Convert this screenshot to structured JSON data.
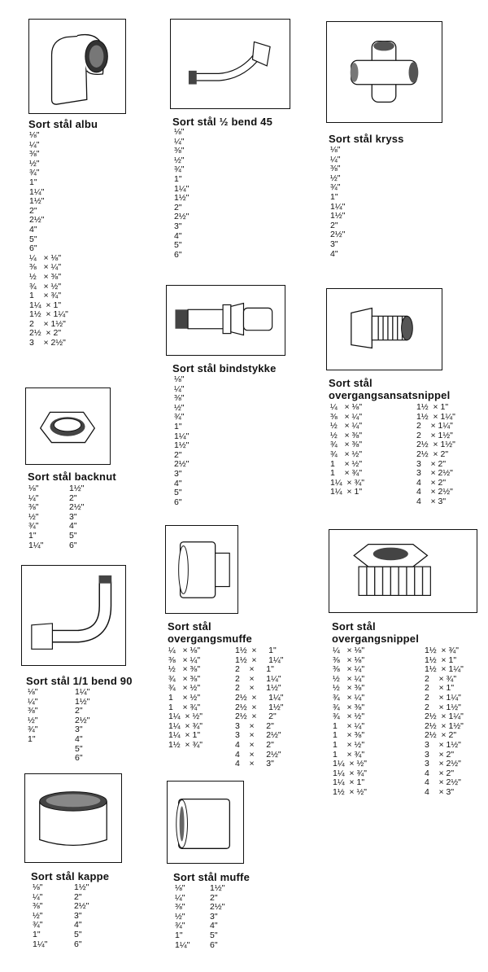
{
  "albu": {
    "title": "Sort stål albu",
    "sizes": [
      "⅛\"",
      "¼\"",
      "⅜\"",
      "½\"",
      "¾\"",
      "1\"",
      "1¼\"",
      "1½\"",
      "2\"",
      "2½\"",
      "4\"",
      "5\"",
      "6\"",
      "¼   × ⅛\"",
      "⅜   × ¼\"",
      "½   × ⅜\"",
      "¾   × ½\"",
      "1    × ¾\"",
      "1¼  × 1\"",
      "1½  × 1¼\"",
      "2    × 1½\"",
      "2½  × 2\"",
      "3    × 2½\""
    ]
  },
  "bend45": {
    "title": "Sort stål ½ bend 45",
    "sizes": [
      "⅛\"",
      "¼\"",
      "⅜\"",
      "½\"",
      "¾\"",
      "1\"",
      "1¼\"",
      "1½\"",
      "2\"",
      "2½\"",
      "3\"",
      "4\"",
      "5\"",
      "6\""
    ]
  },
  "kryss": {
    "title": "Sort stål kryss",
    "sizes": [
      "⅛\"",
      "¼\"",
      "⅜\"",
      "½\"",
      "¾\"",
      "1\"",
      "1¼\"",
      "1½\"",
      "2\"",
      "2½\"",
      "3\"",
      "4\""
    ]
  },
  "bindstykke": {
    "title": "Sort stål bindstykke",
    "sizes": [
      "⅛\"",
      "¼\"",
      "⅜\"",
      "½\"",
      "¾\"",
      "1\"",
      "1¼\"",
      "1½\"",
      "2\"",
      "2½\"",
      "3\"",
      "4\"",
      "5\"",
      "6\""
    ]
  },
  "overgangsansatsnippel": {
    "title_line1": "Sort stål",
    "title_line2": "overgangsansatsnippel",
    "col1": [
      "¼   × ⅛\"",
      "⅜   × ¼\"",
      "½   × ¼\"",
      "½   × ⅜\"",
      "¾   × ⅜\"",
      "¾   × ½\"",
      "1    × ½\"",
      "1    × ¾\"",
      "1¼  × ¾\"",
      "1¼  × 1\""
    ],
    "col2": [
      "1½  × 1\"",
      "1½  × 1¼\"",
      "2    × 1¼\"",
      "2    × 1½\"",
      "2½  × 1½\"",
      "2½  × 2\"",
      "3    × 2\"",
      "3    × 2½\"",
      "4    × 2\"",
      "4    × 2½\"",
      "4    × 3\""
    ]
  },
  "backnut": {
    "title": "Sort stål backnut",
    "col1": [
      "⅛\"",
      "¼\"",
      "⅜\"",
      "½\"",
      "¾\"",
      "1\"",
      "1¼\""
    ],
    "col2": [
      "1½\"",
      "2\"",
      "2½\"",
      "3\"",
      "4\"",
      "5\"",
      "6\""
    ]
  },
  "bend90": {
    "title": "Sort stål 1/1 bend 90",
    "col1": [
      "⅛\"",
      "¼\"",
      "⅜\"",
      "½\"",
      "¾\"",
      "1\""
    ],
    "col2": [
      "1¼\"",
      "1½\"",
      "2\"",
      "2½\"",
      "3\"",
      "4\"",
      "5\"",
      "6\""
    ]
  },
  "overgangsmuffe": {
    "title_line1": "Sort stål",
    "title_line2": "overgangsmuffe",
    "col1": [
      "¼   × ⅛\"",
      "⅜   × ¼\"",
      "½   × ⅜\"",
      "¾   × ⅜\"",
      "¾   × ½\"",
      "1    × ½\"",
      "1    × ¾\"",
      "1¼  × ½\"",
      "1¼  × ¾\"",
      "1¼  × 1\"",
      "1½  × ¾\""
    ],
    "col2": [
      "1½  ×     1\"",
      "1½  ×     1¼\"",
      "2    ×     1\"",
      "2    ×     1¼\"",
      "2    ×     1½\"",
      "2½  ×     1¼\"",
      "2½  ×     1½\"",
      "2½  ×     2\"",
      "3    ×     2\"",
      "3    ×     2½\"",
      "4    ×     2\"",
      "4    ×     2½\"",
      "4    ×     3\""
    ]
  },
  "overgangsnippel": {
    "title_line1": "Sort stål",
    "title_line2": "overgangsnippel",
    "col1": [
      "¼   × ⅛\"",
      "⅜   × ⅛\"",
      "⅜   × ¼\"",
      "½   × ¼\"",
      "½   × ⅜\"",
      "¾   × ¼\"",
      "¾   × ⅜\"",
      "¾   × ½\"",
      "1    × ¼\"",
      "1    × ⅜\"",
      "1    × ½\"",
      "1    × ¾\"",
      "1¼  × ½\"",
      "1¼  × ¾\"",
      "1¼  × 1\"",
      "1½  × ½\""
    ],
    "col2": [
      "1½  × ¾\"",
      "1½  × 1\"",
      "1½  × 1¼\"",
      "2    × ¾\"",
      "2    × 1\"",
      "2    × 1¼\"",
      "2    × 1½\"",
      "2½  × 1¼\"",
      "2½  × 1½\"",
      "2½  × 2\"",
      "3    × 1½\"",
      "3    × 2\"",
      "3    × 2½\"",
      "4    × 2\"",
      "4    × 2½\"",
      "4    × 3\""
    ]
  },
  "kappe": {
    "title": "Sort stål kappe",
    "col1": [
      "⅛\"",
      "¼\"",
      "⅜\"",
      "½\"",
      "¾\"",
      "1\"",
      "1¼\""
    ],
    "col2": [
      "1½\"",
      "2\"",
      "2½\"",
      "3\"",
      "4\"",
      "5\"",
      "6\""
    ]
  },
  "muffe": {
    "title": "Sort stål muffe",
    "col1": [
      "⅛\"",
      "¼\"",
      "⅜\"",
      "½\"",
      "¾\"",
      "1\"",
      "1¼\""
    ],
    "col2": [
      "1½\"",
      "2\"",
      "2½\"",
      "3\"",
      "4\"",
      "5\"",
      "6\""
    ]
  }
}
